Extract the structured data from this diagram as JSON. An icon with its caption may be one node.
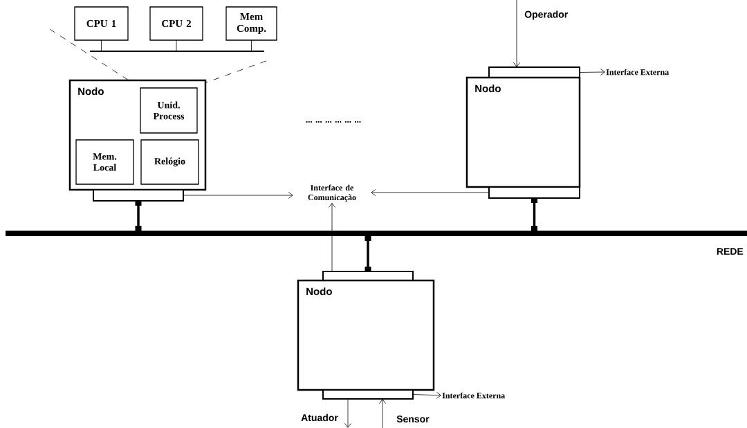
{
  "diagram": {
    "nodes": [
      {
        "text": [
          "CPU 1"
        ]
      },
      {
        "text": [
          "CPU 2"
        ]
      },
      {
        "text": [
          "Mem Comp."
        ]
      },
      {
        "text": [],
        "shape": "bar"
      },
      {
        "text": [
          "Nodo"
        ]
      },
      {
        "text": [
          "Unid. Process"
        ],
        "in": 4
      },
      {
        "text": [
          "Mem. Local"
        ],
        "in": 4
      },
      {
        "text": [
          "Relógio"
        ],
        "in": 4
      },
      {
        "text": [],
        "shape": "bar"
      },
      {
        "text": [],
        "shape": "bar"
      },
      {
        "text": [
          "Nodo"
        ]
      },
      {
        "text": [
          "Interface Externa"
        ]
      },
      {
        "text": [
          "Interface de Comunicação"
        ]
      },
      {
        "text": [],
        "shape": "bar"
      },
      {
        "text": [],
        "shape": "bar",
        "beside": [
          "REDE"
        ]
      },
      {
        "text": [],
        "shape": "bar"
      },
      {
        "text": [
          "Nodo"
        ]
      },
      {
        "text": [],
        "shape": "bar"
      },
      {
        "text": [
          "Interface Externa"
        ]
      }
    ],
    "edges": [
      {
        "from": 0,
        "to": 3,
        "arrow": "none"
      },
      {
        "from": 1,
        "to": 3,
        "arrow": "none"
      },
      {
        "from": 2,
        "to": 3,
        "arrow": "none"
      },
      {
        "from": null,
        "to": 9,
        "arrow": "to",
        "label": "Operador"
      },
      {
        "from": 9,
        "to": 11,
        "arrow": "to"
      },
      {
        "from": 8,
        "to": 12,
        "arrow": "to"
      },
      {
        "from": 13,
        "to": 12,
        "arrow": "to"
      },
      {
        "from": 15,
        "to": 12,
        "arrow": "to"
      },
      {
        "from": 8,
        "to": 14,
        "arrow": "other",
        "style": "thick"
      },
      {
        "from": 13,
        "to": 14,
        "arrow": "other",
        "style": "thick"
      },
      {
        "from": 15,
        "to": 14,
        "arrow": "other",
        "style": "thick"
      },
      {
        "from": 17,
        "to": 18,
        "arrow": "to"
      },
      {
        "from": 17,
        "to": null,
        "arrow": "to",
        "label": "Atuador"
      },
      {
        "from": null,
        "to": 17,
        "arrow": "to",
        "label": "Sensor"
      }
    ],
    "labels": [
      "... ... ... ... ... ..."
    ]
  }
}
